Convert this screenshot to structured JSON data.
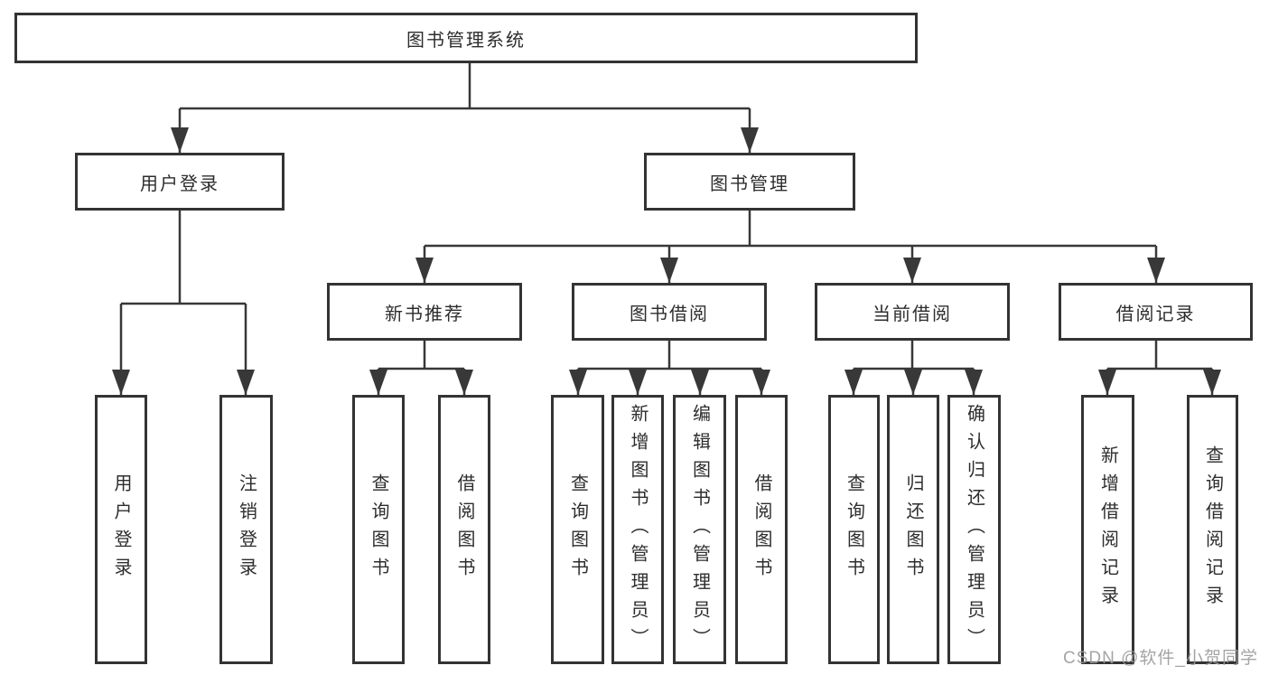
{
  "diagram": {
    "type": "hierarchy-tree",
    "title": "图书管理系统"
  },
  "tree": {
    "label": "图书管理系统",
    "children": [
      {
        "label": "用户登录",
        "children": [
          {
            "label": "用户登录"
          },
          {
            "label": "注销登录"
          }
        ]
      },
      {
        "label": "图书管理",
        "children": [
          {
            "label": "新书推荐",
            "children": [
              {
                "label": "查询图书"
              },
              {
                "label": "借阅图书"
              }
            ]
          },
          {
            "label": "图书借阅",
            "children": [
              {
                "label": "查询图书"
              },
              {
                "label": "新增图书（管理员）"
              },
              {
                "label": "编辑图书（管理员）"
              },
              {
                "label": "借阅图书"
              }
            ]
          },
          {
            "label": "当前借阅",
            "children": [
              {
                "label": "查询图书"
              },
              {
                "label": "归还图书"
              },
              {
                "label": "确认归还（管理员）"
              }
            ]
          },
          {
            "label": "借阅记录",
            "children": [
              {
                "label": "新增借阅记录"
              },
              {
                "label": "查询借阅记录"
              }
            ]
          }
        ]
      }
    ]
  },
  "watermark": {
    "text": "CSDN @软件_小贺同学"
  },
  "colors": {
    "line": "#383838",
    "box_border": "#333333",
    "text": "#2d2d2d",
    "watermark": "#9a9a9a",
    "background": "#ffffff"
  }
}
